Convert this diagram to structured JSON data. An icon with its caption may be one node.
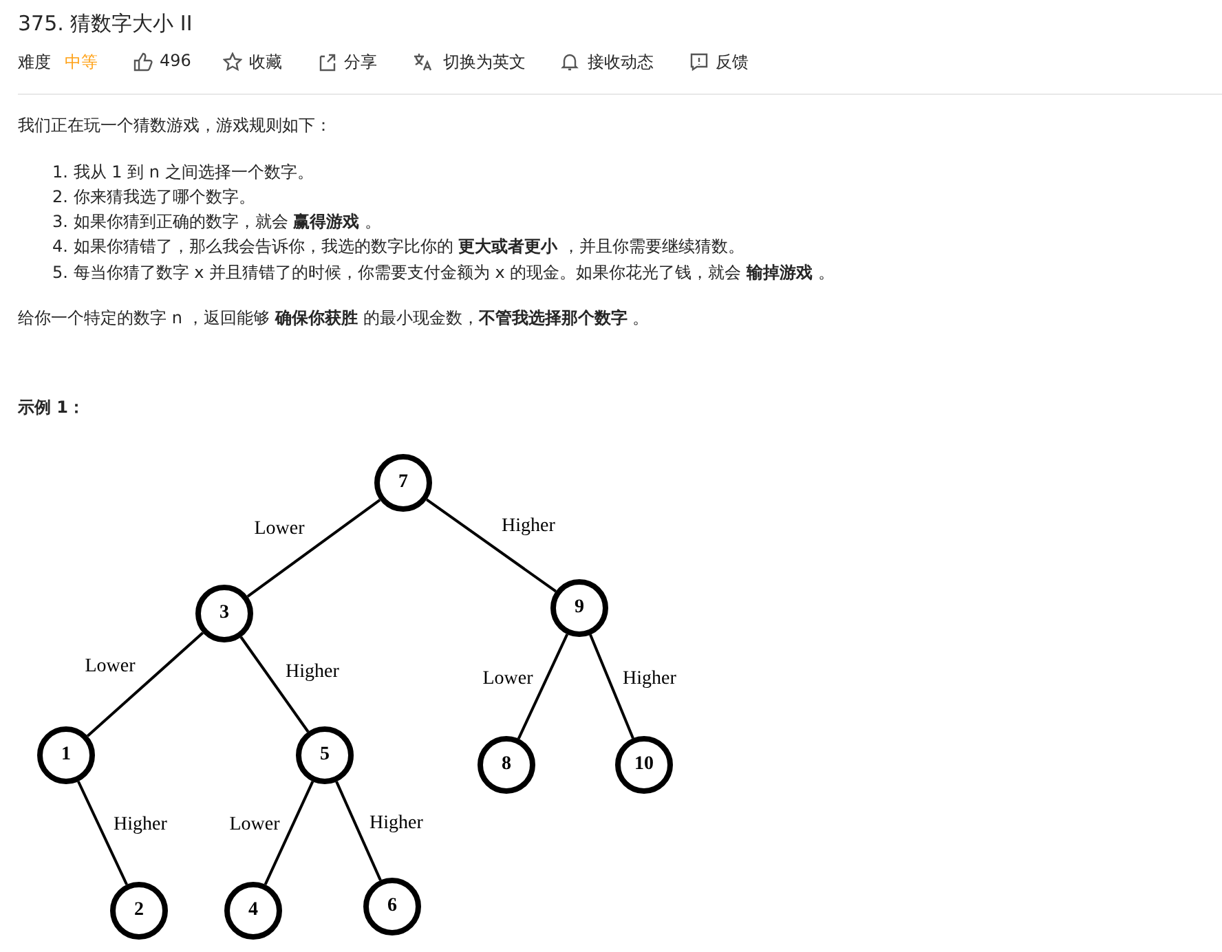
{
  "diagram": {
    "title": "375. 猜数字大小 II",
    "nodes": [
      {
        "text": [
          "7"
        ]
      },
      {
        "text": [
          "3"
        ]
      },
      {
        "text": [
          "9"
        ]
      },
      {
        "text": [
          "1"
        ]
      },
      {
        "text": [
          "5"
        ]
      },
      {
        "text": [
          "8"
        ]
      },
      {
        "text": [
          "10"
        ]
      },
      {
        "text": [
          "2"
        ]
      },
      {
        "text": [
          "4"
        ]
      },
      {
        "text": [
          "6"
        ]
      }
    ],
    "edges": [
      {
        "from": 0,
        "to": 1,
        "arrow": "none",
        "label": "Lower"
      },
      {
        "from": 0,
        "to": 2,
        "arrow": "none",
        "label": "Higher"
      },
      {
        "from": 1,
        "to": 3,
        "arrow": "none",
        "label": "Lower"
      },
      {
        "from": 1,
        "to": 4,
        "arrow": "none",
        "label": "Higher"
      },
      {
        "from": 2,
        "to": 5,
        "arrow": "none",
        "label": "Lower"
      },
      {
        "from": 2,
        "to": 6,
        "arrow": "none",
        "label": "Higher"
      },
      {
        "from": 3,
        "to": 7,
        "arrow": "none",
        "label": "Higher"
      },
      {
        "from": 4,
        "to": 8,
        "arrow": "none",
        "label": "Lower"
      },
      {
        "from": 4,
        "to": 9,
        "arrow": "none",
        "label": "Higher"
      }
    ],
    "labels": [
      "难度",
      "中等",
      "496",
      "收藏",
      "分享",
      "切换为英文",
      "接收动态",
      "反馈",
      "我们正在玩一个猜数游戏，游戏规则如下：",
      "1. 我从 1 到 n 之间选择一个数字。",
      "2. 你来猜我选了哪个数字。",
      "3. 如果你猜到正确的数字，就会 **赢得游戏** 。",
      "4. 如果你猜错了，那么我会告诉你，我选的数字比你的 **更大或者更小** ，并且你需要继续猜数。",
      "5. 每当你猜了数字 x 并且猜错了的时候，你需要支付金额为 x 的现金。如果你花光了钱，就会 **输掉游戏** 。",
      "给你一个特定的数字 n ，返回能够 **确保你获胜** 的最小现金数，**不管我选择那个数字** 。",
      "示例 1："
    ]
  }
}
